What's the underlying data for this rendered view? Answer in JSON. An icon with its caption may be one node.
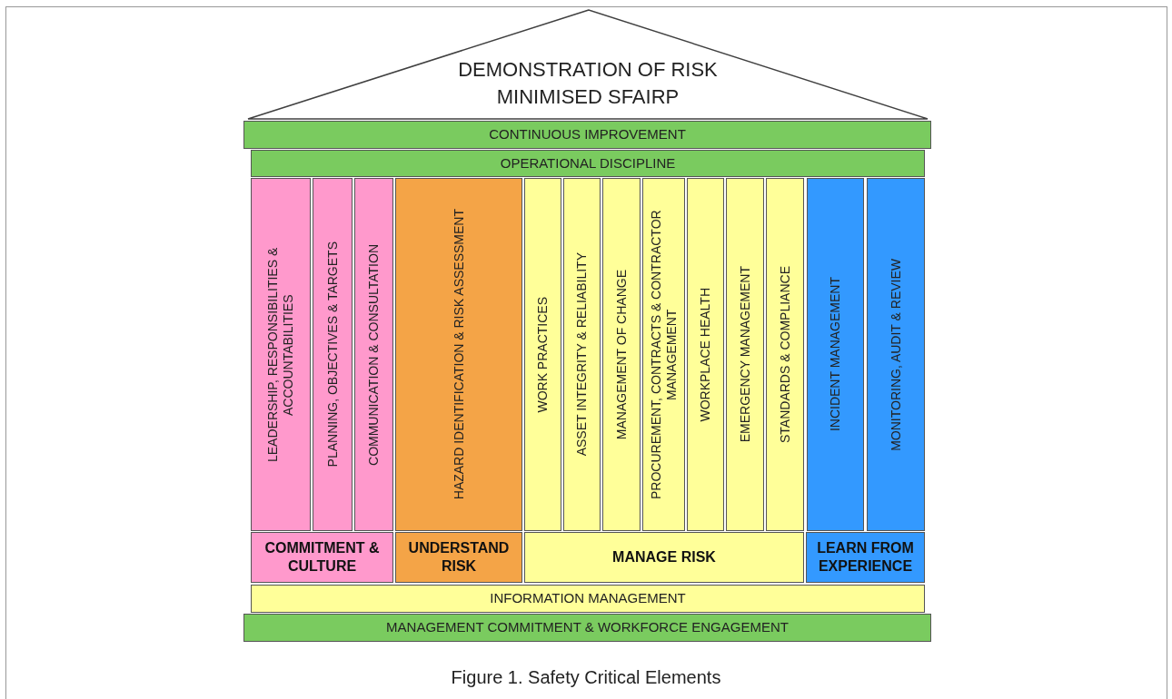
{
  "diagram": {
    "caption": "Figure 1. Safety Critical Elements",
    "nodes": [
      {
        "text": [
          "DEMONSTRATION OF RISK MINIMISED SFAIRP"
        ]
      },
      {
        "text": [
          "CONTINUOUS IMPROVEMENT"
        ]
      },
      {
        "text": [
          "OPERATIONAL DISCIPLINE"
        ]
      },
      {
        "text": [
          "LEADERSHIP, RESPONSIBILITIES & ACCOUNTABILITIES"
        ]
      },
      {
        "text": [
          "PLANNING, OBJECTIVES & TARGETS"
        ]
      },
      {
        "text": [
          "COMMUNICATION & CONSULTATION"
        ]
      },
      {
        "text": [
          "HAZARD IDENTIFICATION & RISK ASSESSMENT"
        ]
      },
      {
        "text": [
          "WORK PRACTICES"
        ]
      },
      {
        "text": [
          "ASSET INTEGRITY & RELIABILITY"
        ]
      },
      {
        "text": [
          "MANAGEMENT OF CHANGE"
        ]
      },
      {
        "text": [
          "PROCUREMENT, CONTRACTS & CONTRACTOR MANAGEMENT"
        ]
      },
      {
        "text": [
          "WORKPLACE HEALTH"
        ]
      },
      {
        "text": [
          "EMERGENCY MANAGEMENT"
        ]
      },
      {
        "text": [
          "STANDARDS & COMPLIANCE"
        ]
      },
      {
        "text": [
          "INCIDENT MANAGEMENT"
        ]
      },
      {
        "text": [
          "MONITORING, AUDIT & REVIEW"
        ]
      },
      {
        "text": [
          "COMMITMENT & CULTURE"
        ]
      },
      {
        "text": [
          "UNDERSTAND RISK"
        ]
      },
      {
        "text": [
          "MANAGE RISK"
        ]
      },
      {
        "text": [
          "LEARN FROM EXPERIENCE"
        ]
      },
      {
        "text": [
          "INFORMATION MANAGEMENT"
        ]
      },
      {
        "text": [
          "MANAGEMENT COMMITMENT & WORKFORCE ENGAGEMENT"
        ]
      }
    ]
  }
}
